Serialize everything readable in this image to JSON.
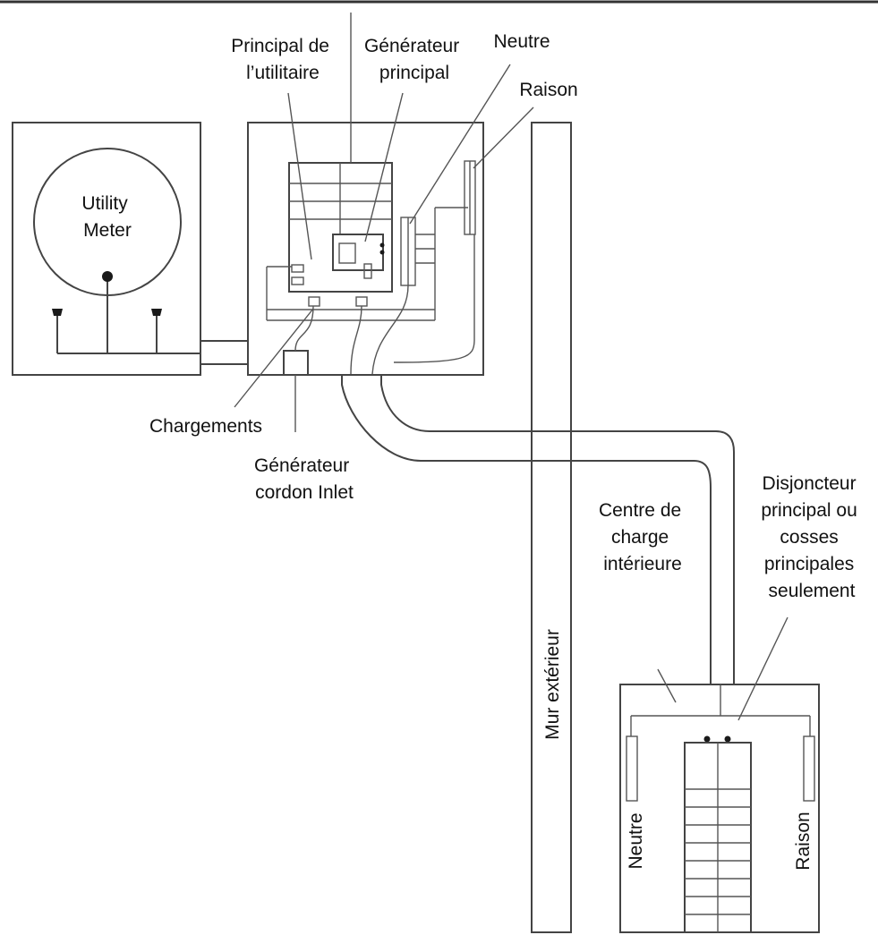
{
  "diagram": {
    "labels": {
      "utility_main": [
        "Principal de",
        "l’utilitaire"
      ],
      "generator_main": [
        "Générateur",
        "principal"
      ],
      "neutral_top": "Neutre",
      "ground_top": "Raison",
      "utility_meter": [
        "Utility",
        "Meter"
      ],
      "loads": "Chargements",
      "generator_inlet": [
        "Générateur",
        "cordon Inlet"
      ],
      "load_center": [
        "Centre de",
        "charge",
        "intérieure"
      ],
      "main_breaker": [
        "Disjoncteur",
        "principal ou",
        "cosses",
        "principales",
        "seulement"
      ],
      "exterior_wall": "Mur extérieur",
      "neutral_bar": "Neutre",
      "ground_bar": "Raison"
    }
  }
}
